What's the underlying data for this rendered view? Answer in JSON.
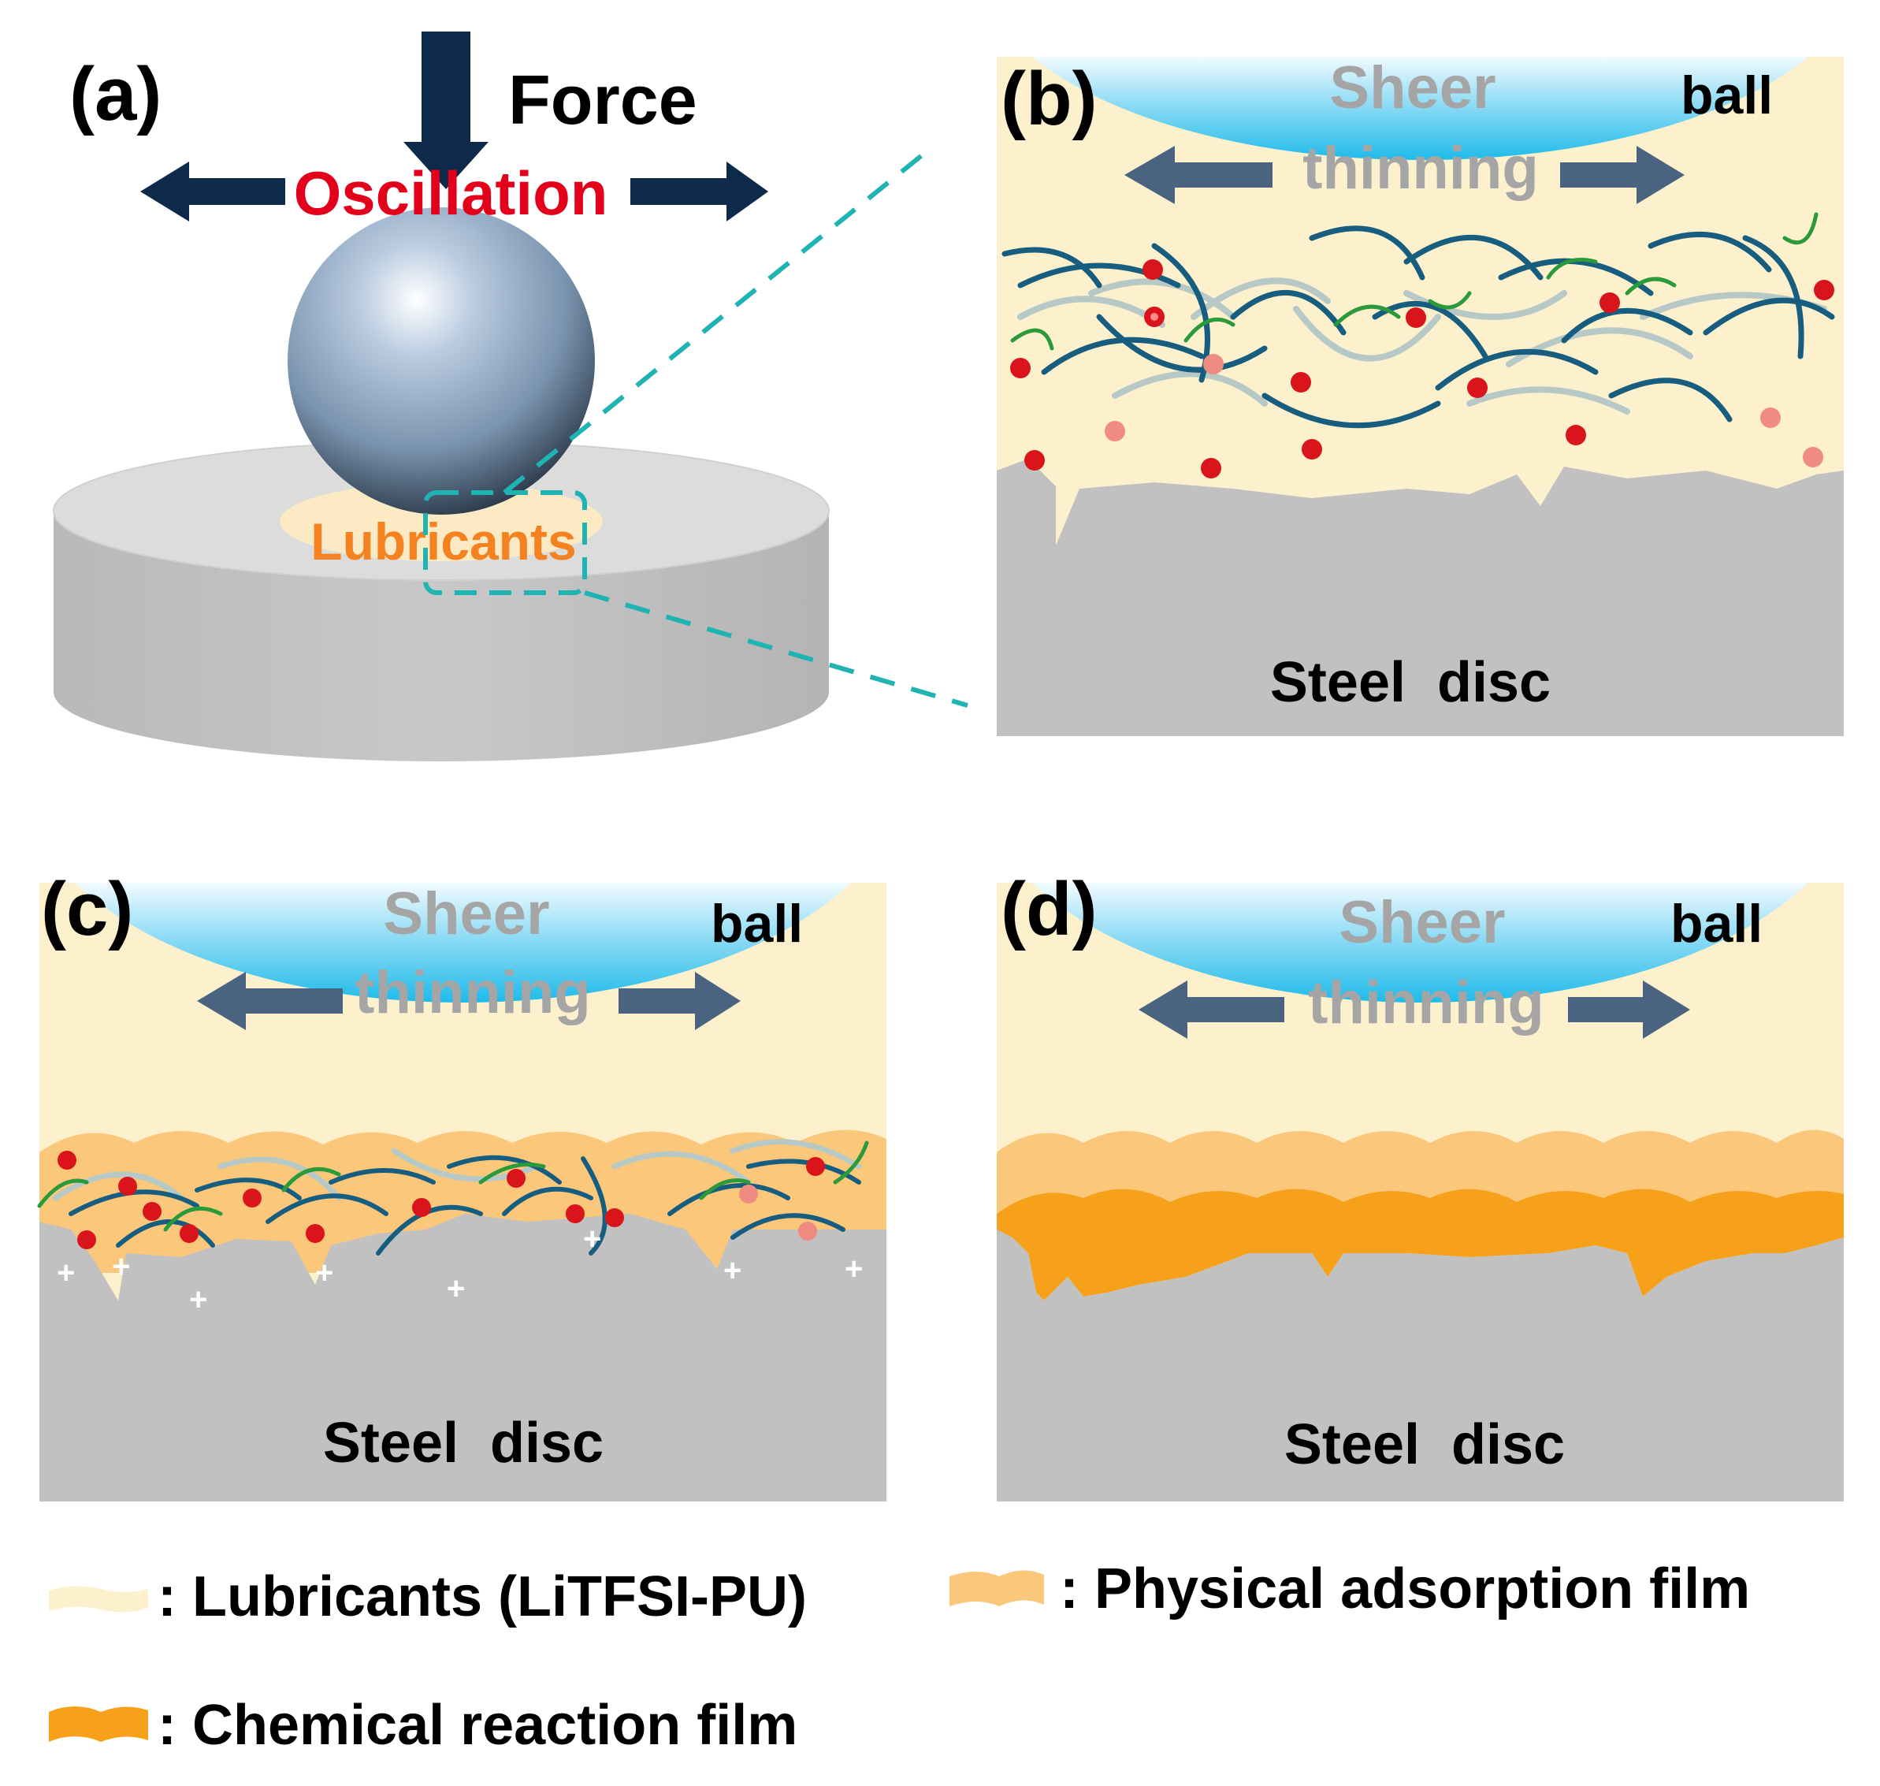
{
  "panel_a": {
    "label": "(a)",
    "force": "Force",
    "oscillation": "Oscillation",
    "lubricants": "Lubricants"
  },
  "panel_b": {
    "label": "(b)",
    "sheer": "Sheer",
    "thinning": "thinning",
    "ball": "ball",
    "disc": "Steel  disc"
  },
  "panel_c": {
    "label": "(c)",
    "sheer": "Sheer",
    "thinning": "thinning",
    "ball": "ball",
    "disc": "Steel  disc"
  },
  "panel_d": {
    "label": "(d)",
    "sheer": "Sheer",
    "thinning": "thinning",
    "ball": "ball",
    "disc": "Steel  disc"
  },
  "legend": {
    "lubricant": ": Lubricants (LiTFSI-PU)",
    "physical": ": Physical adsorption film",
    "chemical": ": Chemical reaction film"
  },
  "colors": {
    "lubricant": "#fdf0cc",
    "physical_film": "#fbc77a",
    "chemical_film": "#f7a11a",
    "steel": "#c1c1c1",
    "ball_blue": "#2ec3ee",
    "arrow_navy": "#0d2a4a",
    "dash_teal": "#1fb3b3",
    "oscillation_red": "#e3001b",
    "lubricant_orange": "#f58220",
    "chain_blue": "#165d7f",
    "chain_green": "#2a9a3a",
    "bead_red": "#d9141b"
  }
}
